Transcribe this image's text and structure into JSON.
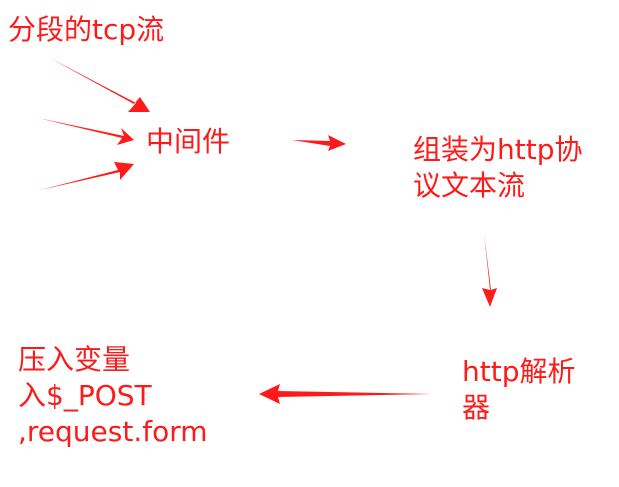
{
  "nodes": {
    "segmented_tcp": "分段的tcp流",
    "middleware": "中间件",
    "assemble": [
      "组装为http协",
      "议文本流"
    ],
    "http_parser": [
      "http解析",
      "器"
    ],
    "push_vars": [
      "压入变量",
      "入$_POST",
      ",request.form"
    ]
  },
  "colors": {
    "text": "#ff1a1a",
    "arrow": "#ff1a1a",
    "background": "#ffffff"
  }
}
